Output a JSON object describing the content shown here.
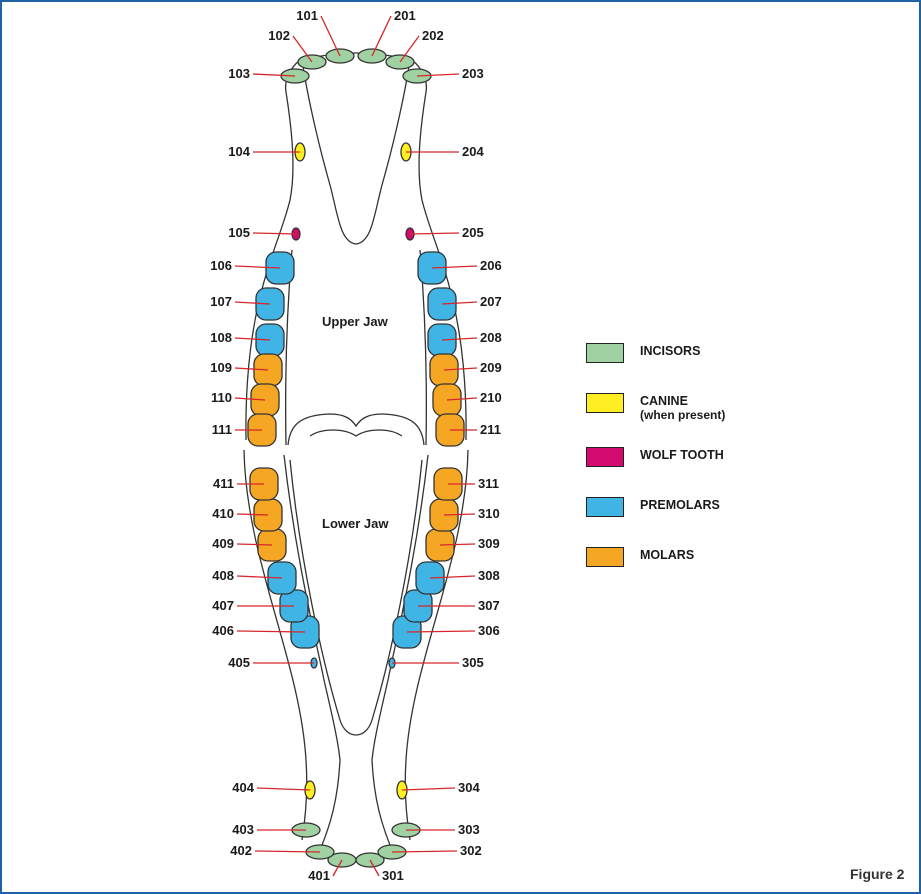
{
  "figure_label": "Figure 2",
  "jaws": {
    "upper": "Upper Jaw",
    "lower": "Lower Jaw"
  },
  "colors": {
    "incisor": "#9fd1a2",
    "canine": "#ffee22",
    "wolf": "#d40b6f",
    "premolar": "#3fb4e5",
    "molar": "#f5a623",
    "label_line": "#d6262b",
    "outline": "#333333",
    "border": "#1f63a6"
  },
  "legend": [
    {
      "label": "INCISORS",
      "sub": "",
      "color": "#9fd1a2"
    },
    {
      "label": "CANINE",
      "sub": "(when present)",
      "color": "#ffee22"
    },
    {
      "label": "WOLF TOOTH",
      "sub": "",
      "color": "#d40b6f"
    },
    {
      "label": "PREMOLARS",
      "sub": "",
      "color": "#3fb4e5"
    },
    {
      "label": "MOLARS",
      "sub": "",
      "color": "#f5a623"
    }
  ],
  "teeth": [
    {
      "id": "101",
      "type": "incisor"
    },
    {
      "id": "102",
      "type": "incisor"
    },
    {
      "id": "103",
      "type": "incisor"
    },
    {
      "id": "104",
      "type": "canine"
    },
    {
      "id": "105",
      "type": "wolf"
    },
    {
      "id": "106",
      "type": "premolar"
    },
    {
      "id": "107",
      "type": "premolar"
    },
    {
      "id": "108",
      "type": "premolar"
    },
    {
      "id": "109",
      "type": "molar"
    },
    {
      "id": "110",
      "type": "molar"
    },
    {
      "id": "111",
      "type": "molar"
    },
    {
      "id": "201",
      "type": "incisor"
    },
    {
      "id": "202",
      "type": "incisor"
    },
    {
      "id": "203",
      "type": "incisor"
    },
    {
      "id": "204",
      "type": "canine"
    },
    {
      "id": "205",
      "type": "wolf"
    },
    {
      "id": "206",
      "type": "premolar"
    },
    {
      "id": "207",
      "type": "premolar"
    },
    {
      "id": "208",
      "type": "premolar"
    },
    {
      "id": "209",
      "type": "molar"
    },
    {
      "id": "210",
      "type": "molar"
    },
    {
      "id": "211",
      "type": "molar"
    },
    {
      "id": "301",
      "type": "incisor"
    },
    {
      "id": "302",
      "type": "incisor"
    },
    {
      "id": "303",
      "type": "incisor"
    },
    {
      "id": "304",
      "type": "canine"
    },
    {
      "id": "305",
      "type": "premolar"
    },
    {
      "id": "306",
      "type": "premolar"
    },
    {
      "id": "307",
      "type": "premolar"
    },
    {
      "id": "308",
      "type": "premolar"
    },
    {
      "id": "309",
      "type": "molar"
    },
    {
      "id": "310",
      "type": "molar"
    },
    {
      "id": "311",
      "type": "molar"
    },
    {
      "id": "401",
      "type": "incisor"
    },
    {
      "id": "402",
      "type": "incisor"
    },
    {
      "id": "403",
      "type": "incisor"
    },
    {
      "id": "404",
      "type": "canine"
    },
    {
      "id": "405",
      "type": "premolar"
    },
    {
      "id": "406",
      "type": "premolar"
    },
    {
      "id": "407",
      "type": "premolar"
    },
    {
      "id": "408",
      "type": "premolar"
    },
    {
      "id": "409",
      "type": "molar"
    },
    {
      "id": "410",
      "type": "molar"
    },
    {
      "id": "411",
      "type": "molar"
    }
  ]
}
